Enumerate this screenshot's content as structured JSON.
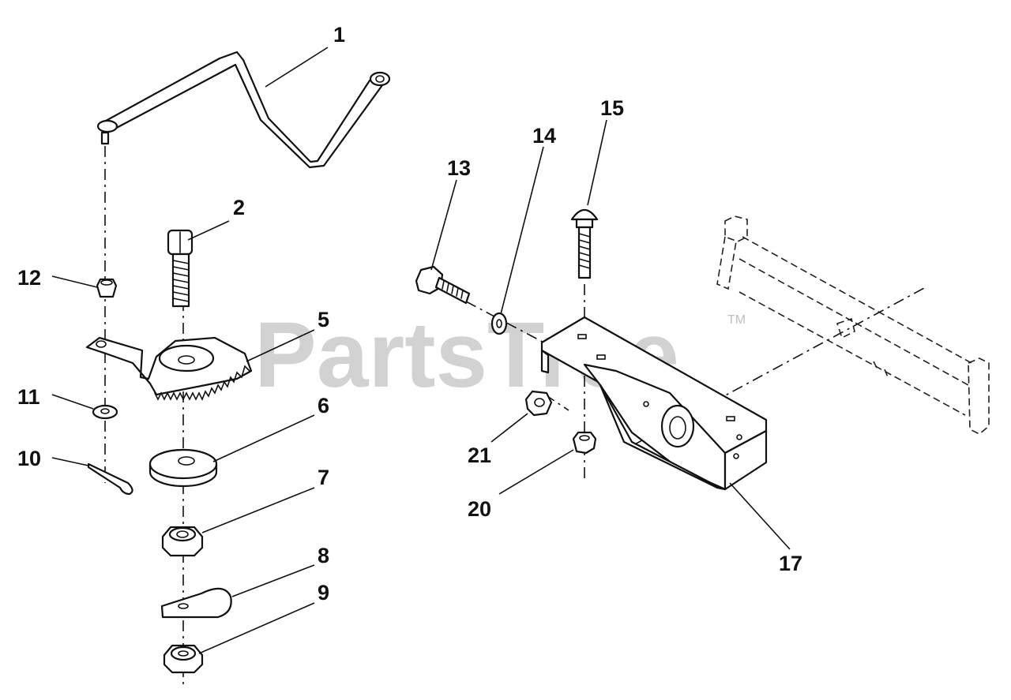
{
  "watermark": {
    "text": "PartsTree",
    "trademark": "TM"
  },
  "callouts": {
    "c1": "1",
    "c2": "2",
    "c5": "5",
    "c6": "6",
    "c7": "7",
    "c8": "8",
    "c9": "9",
    "c10": "10",
    "c11": "11",
    "c12": "12",
    "c13": "13",
    "c14": "14",
    "c15": "15",
    "c17": "17",
    "c20": "20",
    "c21": "21"
  }
}
